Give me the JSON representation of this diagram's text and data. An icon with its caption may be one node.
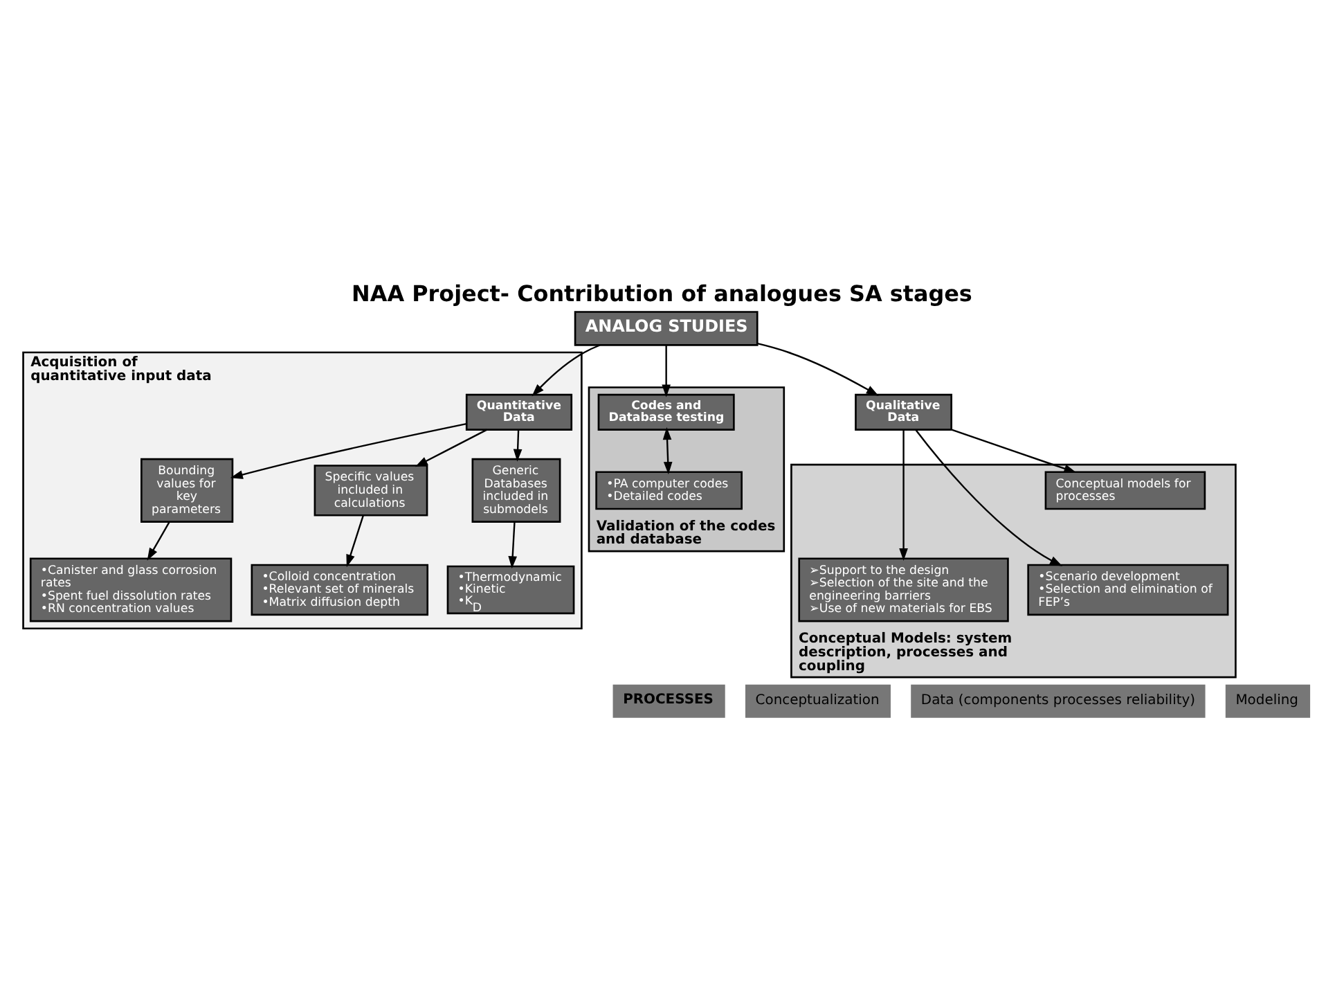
{
  "diagram": {
    "title": "NAA Project- Contribution of analogues SA stages",
    "nodes": [
      {
        "text": [
          "ANALOG STUDIES"
        ]
      },
      {
        "text": [
          "Qualitative Data"
        ]
      },
      {
        "text": [
          "Conceptual Models: system description, processes and coupling"
        ]
      },
      {
        "text": [
          "➢Support to the design",
          "➢Selection of the site and the engineering barriers",
          "➢Use of new materials for EBS"
        ],
        "in": 2
      },
      {
        "text": [
          "•Scenario development",
          "•Selection and elimination of FEP’s"
        ],
        "in": 2
      },
      {
        "text": [
          "Conceptual models for processes"
        ],
        "in": 2
      },
      {
        "text": [
          "Acquisition of quantitative input data"
        ]
      },
      {
        "text": [
          "Quantitative Data"
        ],
        "in": 6
      },
      {
        "text": [
          "Bounding values for key parameters"
        ],
        "in": 6
      },
      {
        "text": [
          "Specific values included in calculations"
        ],
        "in": 6
      },
      {
        "text": [
          "Generic Databases included in submodels"
        ],
        "in": 6
      },
      {
        "text": [
          "•Colloid concentration",
          "•Relevant set of minerals",
          "•Matrix diffusion depth"
        ],
        "in": 6
      },
      {
        "text": [
          "•Canister and glass corrosion rates",
          "•Spent fuel dissolution rates",
          "•RN concentration values"
        ],
        "in": 6
      },
      {
        "text": [
          "•Thermodynamic",
          "•Kinetic",
          "•K$_{D}$"
        ],
        "in": 6
      },
      {
        "text": [
          "Validation of the codes and database"
        ]
      },
      {
        "text": [
          "Codes and Database testing"
        ],
        "in": 14
      },
      {
        "text": [
          "•PA computer codes",
          "•Detailed codes"
        ],
        "in": 14
      }
    ],
    "edges": [
      {
        "from": 0,
        "to": 1,
        "arrow": "to"
      },
      {
        "from": 0,
        "to": 7,
        "arrow": "to"
      },
      {
        "from": 0,
        "to": 15,
        "arrow": "to"
      },
      {
        "from": 1,
        "to": 3,
        "arrow": "to"
      },
      {
        "from": 1,
        "to": 4,
        "arrow": "to"
      },
      {
        "from": 1,
        "to": 5,
        "arrow": "to"
      },
      {
        "from": 7,
        "to": 8,
        "arrow": "to"
      },
      {
        "from": 7,
        "to": 9,
        "arrow": "to"
      },
      {
        "from": 7,
        "to": 10,
        "arrow": "to"
      },
      {
        "from": 15,
        "to": 16,
        "arrow": "both"
      },
      {
        "from": 8,
        "to": 12,
        "arrow": "to"
      },
      {
        "from": 9,
        "to": 11,
        "arrow": "to"
      },
      {
        "from": 10,
        "to": 13,
        "arrow": "to"
      }
    ],
    "labels": [
      "PROCESSES",
      "Conceptualization",
      "Data (components processes reliability)",
      "Modeling"
    ]
  }
}
